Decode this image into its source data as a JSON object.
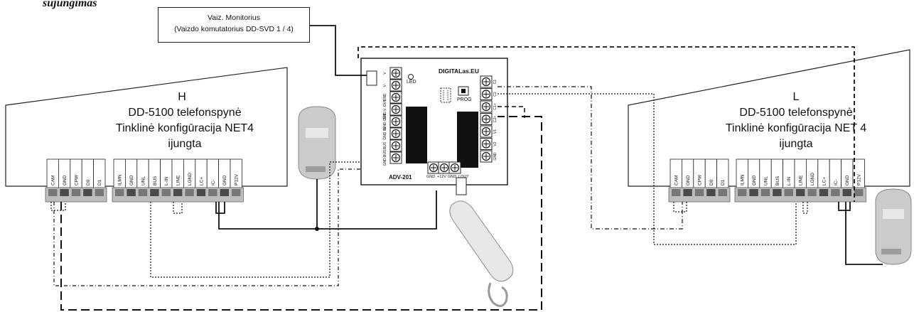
{
  "header_fragment": "sujungimas",
  "monitor_box": {
    "line1": "Vaiz. Monitorius",
    "line2": "(Vaizdo komutatorius DD-SVD 1 / 4)"
  },
  "left_unit": {
    "letter": "H",
    "model": "DD-5100 telefonspynė",
    "config": "Tinklinė konfigūracija  NET4",
    "state": "ijungta",
    "terminals_a": [
      "CAM",
      "GND",
      "CPW",
      "D0",
      "D1"
    ],
    "terminals_b": [
      "ILMN",
      "GND",
      "UNL",
      "BUS",
      "L-IN",
      "LINE",
      "LGND",
      "LC+",
      "IC-",
      "GND",
      "P12V"
    ]
  },
  "right_unit": {
    "letter": "L",
    "model": "DD-5100 telefonspynė",
    "config": "Tinklinė konfigūracija  NET 4",
    "state": "ijungta",
    "terminals_a": [
      "CAM",
      "GND",
      "CPW",
      "D0",
      "D1"
    ],
    "terminals_b": [
      "ILMN",
      "GND",
      "UNL",
      "BUS",
      "L-IN",
      "LINE",
      "LGND",
      "LC+",
      "IC-",
      "GND",
      "P12V"
    ]
  },
  "adapter": {
    "brand": "DIGITALas.EU",
    "model": "ADV-201",
    "led_label": "LED",
    "prog_label": "PROG",
    "left_terms": [
      "V",
      "V-",
      "GND",
      "GND V. OUT",
      "GND OUT",
      "GND IN",
      "BUS",
      "GND BUS"
    ],
    "right_terms": [
      "C1",
      "C2",
      "C1+",
      "C2+",
      "V1",
      "V2",
      "GND"
    ],
    "bottom_terms": [
      "GND",
      "+12V",
      "GND",
      "LOUT"
    ]
  },
  "colors": {
    "line": "#111111",
    "panel_gray": "#bdbdbd",
    "psu_gray": "#c9cbcd"
  },
  "icons": [
    "power-supply-icon",
    "handset-icon",
    "led-icon",
    "prog-button-icon"
  ]
}
